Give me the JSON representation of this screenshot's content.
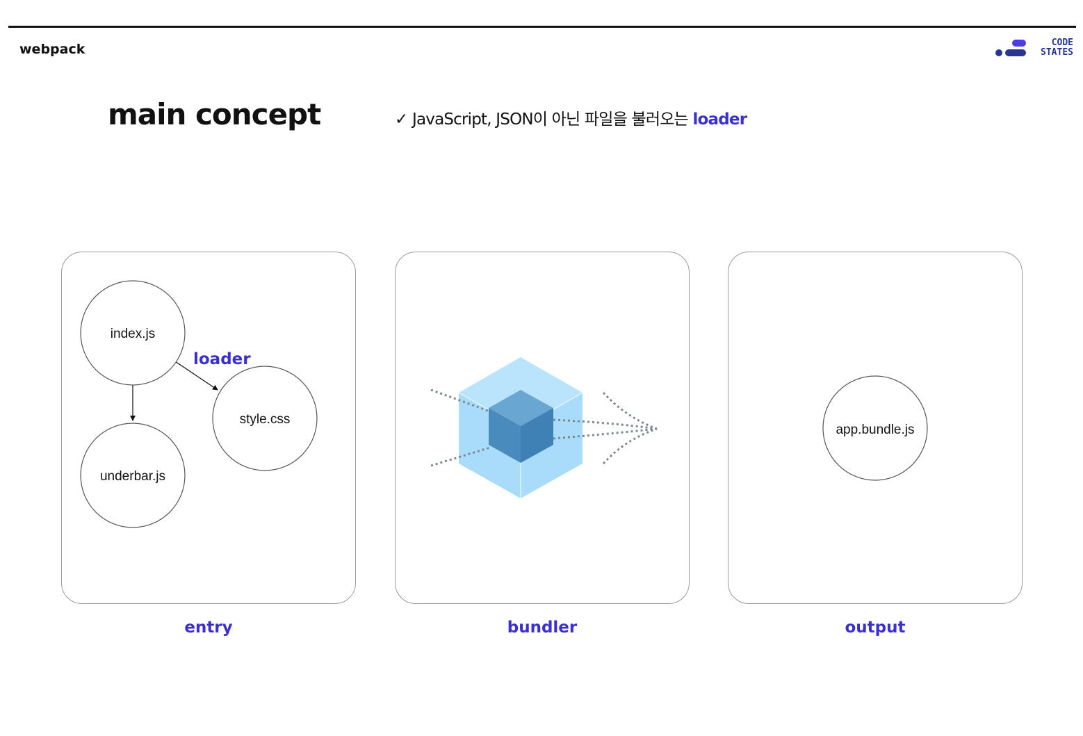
{
  "header": {
    "section": "webpack",
    "logo_line1": "CODE",
    "logo_line2": "STATES"
  },
  "slide": {
    "title": "main concept",
    "subtitle_prefix": "✓ JavaScript, JSON이 아닌 파일을 불러오는 ",
    "subtitle_accent": "loader"
  },
  "panels": {
    "entry": {
      "caption": "entry",
      "nodes": [
        "index.js",
        "style.css",
        "underbar.js"
      ],
      "edge_label": "loader"
    },
    "bundler": {
      "caption": "bundler",
      "icon": "webpack-cube-icon"
    },
    "output": {
      "caption": "output",
      "nodes": [
        "app.bundle.js"
      ]
    }
  },
  "colors": {
    "accent": "#3a2fd0",
    "logo": "#283593",
    "cube_outer": "#8ed6fb",
    "cube_inner": "#1c78c0"
  }
}
